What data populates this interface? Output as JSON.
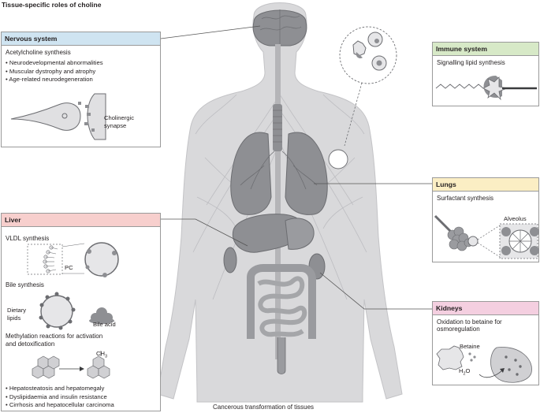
{
  "title": "Tissue-specific roles of choline",
  "footer": "Cancerous transformation of tissues",
  "colors": {
    "nervous_header": "#cfe4f1",
    "immune_header": "#d7e9c7",
    "lungs_header": "#fbeec4",
    "liver_header": "#f7cfcd",
    "kidneys_header": "#f4cfe0",
    "body_fill": "#d9d9db",
    "organ_fill": "#8e8f93"
  },
  "nervous": {
    "heading": "Nervous system",
    "subtitle": "Acetylcholine synthesis",
    "bullets": [
      "Neurodevelopmental abnormalities",
      "Muscular dystrophy and atrophy",
      "Age-related neurodegeneration"
    ],
    "synapse_label_1": "Cholinergic",
    "synapse_label_2": "synapse"
  },
  "immune": {
    "heading": "Immune system",
    "subtitle": "Signalling lipid synthesis"
  },
  "lungs": {
    "heading": "Lungs",
    "subtitle": "Surfactant synthesis",
    "alveolus_label": "Alveolus"
  },
  "liver": {
    "heading": "Liver",
    "vldl": "VLDL synthesis",
    "pc_label": "PC",
    "bile": "Bile synthesis",
    "dietary_1": "Dietary",
    "dietary_2": "lipids",
    "bile_acid": "Bile acid",
    "methyl_1": "Methylation reactions for activation",
    "methyl_2": "and detoxification",
    "ch3": "CH",
    "ch3_sub": "3",
    "bullets": [
      "Hepatosteatosis and hepatomegaly",
      "Dyslipidaemia and insulin resistance",
      "Cirrhosis and hepatocellular carcinoma"
    ]
  },
  "kidneys": {
    "heading": "Kidneys",
    "subtitle_1": "Oxidation to betaine for",
    "subtitle_2": "osmoregulation",
    "betaine": "Betaine",
    "h2o": "H",
    "h2o_sub": "2",
    "h2o_end": "O"
  }
}
